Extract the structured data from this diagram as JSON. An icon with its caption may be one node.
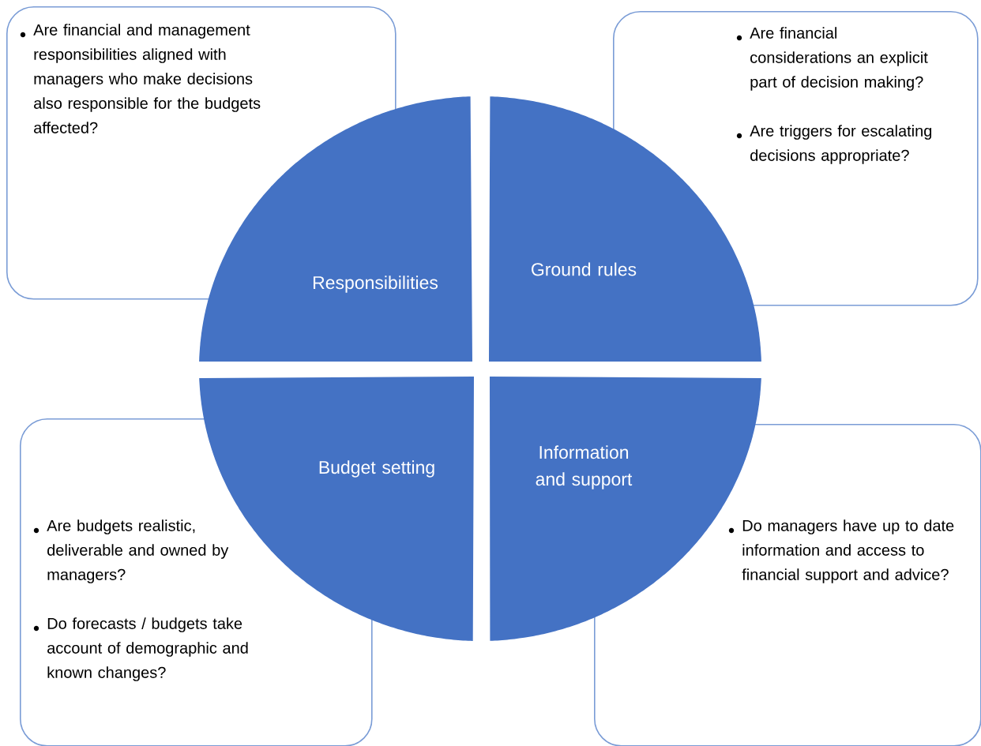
{
  "diagram": {
    "nodes": [
      {
        "text": [
          "Are financial and management responsibilities aligned with managers who make decisions also responsible for the budgets affected?"
        ]
      },
      {
        "text": [
          "Are financial considerations an explicit part of decision making?",
          "Are triggers for escalating decisions appropriate?"
        ]
      },
      {
        "text": [
          "Responsibilities"
        ]
      },
      {
        "text": [
          "Ground rules"
        ]
      },
      {
        "text": [
          "Budget setting"
        ]
      },
      {
        "text": [
          "Information and support"
        ]
      },
      {
        "text": [
          "Are budgets realistic, deliverable and owned by managers?",
          "Do forecasts / budgets take account of demographic and known changes?"
        ]
      },
      {
        "text": [
          "Do managers have up to date information and access to financial support and advice?"
        ]
      }
    ]
  }
}
